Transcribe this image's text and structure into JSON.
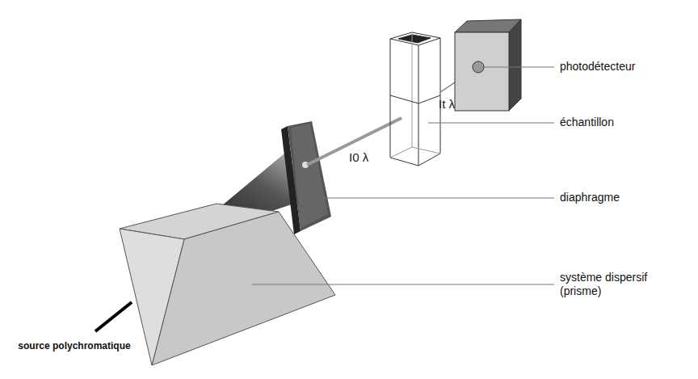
{
  "diagram": {
    "labels": [
      "photodétecteur",
      "échantillon",
      "diaphragme",
      "système dispersif (prisme)",
      "I0 λ",
      "It λ",
      "source polychromatique"
    ]
  }
}
